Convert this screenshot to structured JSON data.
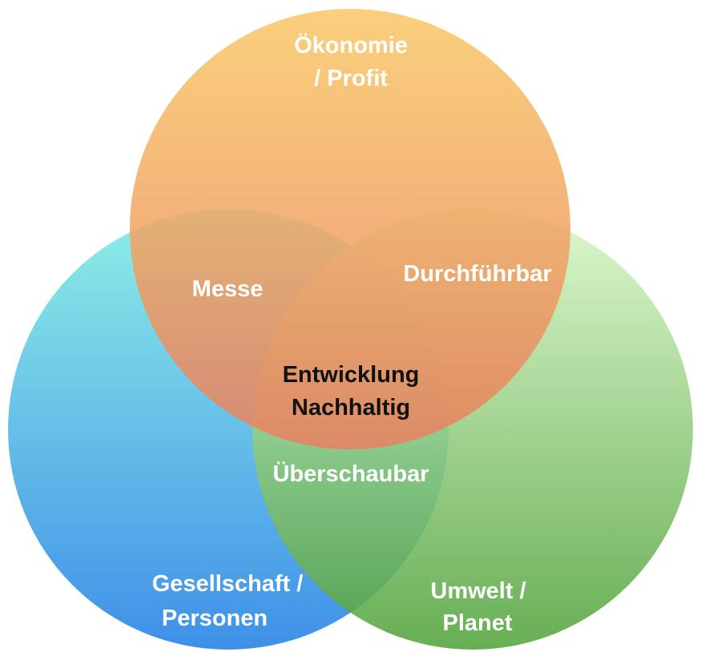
{
  "diagram": {
    "type": "venn-3",
    "sets": [
      {
        "id": "economy",
        "label_line1": "Ökonomie",
        "label_line2": "/ Profit",
        "color_top": "#F9C866",
        "color_bottom": "#E98060"
      },
      {
        "id": "society",
        "label_line1": "Gesellschaft /",
        "label_line2": "Personen",
        "color_top": "#8EEFE6",
        "color_bottom": "#3E90E8"
      },
      {
        "id": "environment",
        "label_line1": "Umwelt /",
        "label_line2": "Planet",
        "color_top": "#D9F7C8",
        "color_bottom": "#52A33C"
      }
    ],
    "intersections": {
      "economy_society": "Messe",
      "economy_environment": "Durchführbar",
      "society_environment": "Überschaubar",
      "center_line1": "Entwicklung",
      "center_line2": "Nachhaltig"
    }
  }
}
